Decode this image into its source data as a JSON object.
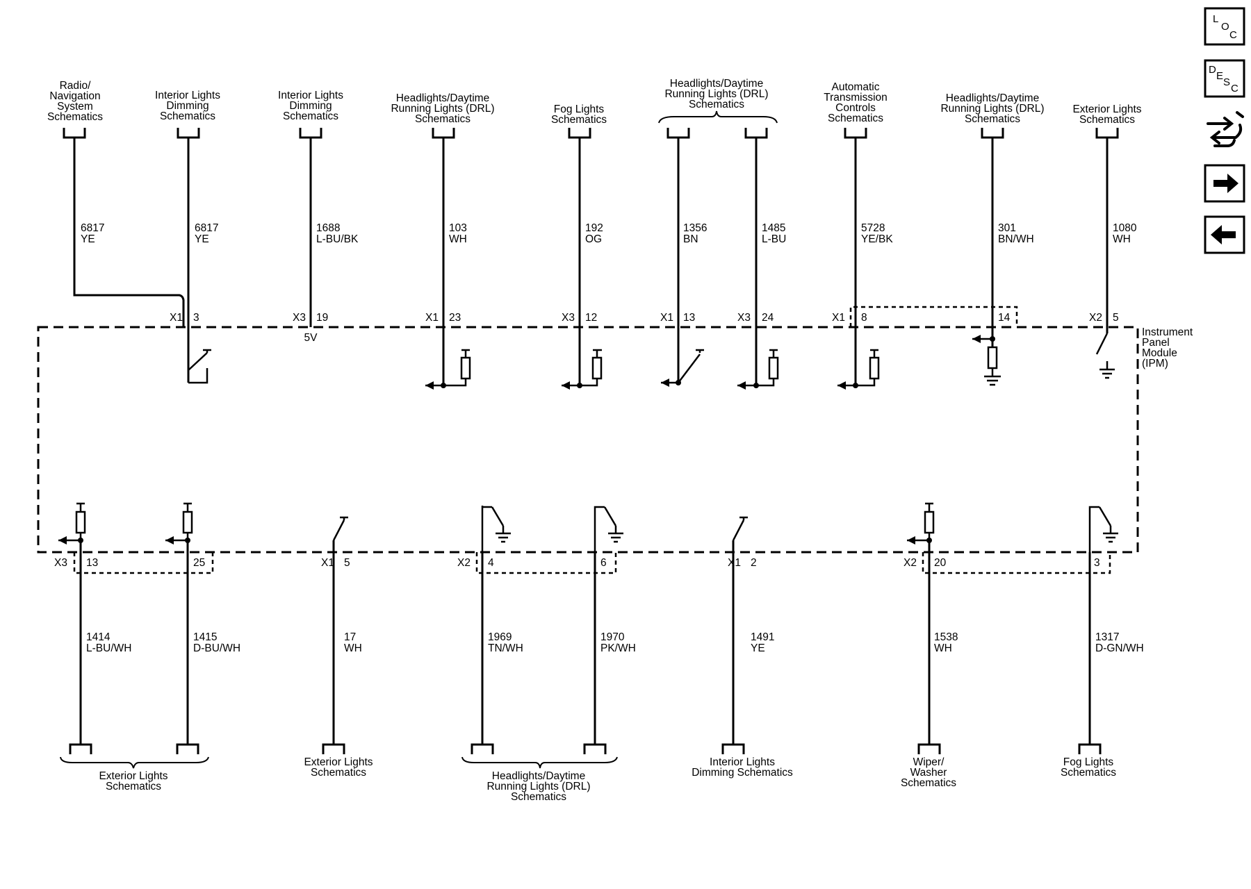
{
  "module": {
    "lines": [
      "Instrument",
      "Panel",
      "Module",
      "(IPM)"
    ]
  },
  "power_label": "5V",
  "nav": {
    "loc": [
      "L",
      "O",
      "C"
    ],
    "desc": [
      "D",
      "E",
      "S",
      "C"
    ],
    "icons": [
      "loc-icon",
      "desc-icon",
      "connector-tool-icon",
      "arrow-right-icon",
      "arrow-left-icon"
    ]
  },
  "top_destinations": [
    {
      "lines": [
        "Radio/",
        "Navigation",
        "System",
        "Schematics"
      ]
    },
    {
      "lines": [
        "Interior Lights",
        "Dimming",
        "Schematics"
      ]
    },
    {
      "lines": [
        "Interior Lights",
        "Dimming",
        "Schematics"
      ]
    },
    {
      "lines": [
        "Headlights/Daytime",
        "Running Lights (DRL)",
        "Schematics"
      ]
    },
    {
      "lines": [
        "Fog Lights",
        "Schematics"
      ]
    },
    {
      "lines": [
        "Headlights/Daytime",
        "Running Lights (DRL)",
        "Schematics"
      ]
    },
    {
      "lines": [
        "Automatic",
        "Transmission",
        "Controls",
        "Schematics"
      ]
    },
    {
      "lines": [
        "Headlights/Daytime",
        "Running Lights (DRL)",
        "Schematics"
      ]
    },
    {
      "lines": [
        "Exterior Lights",
        "Schematics"
      ]
    }
  ],
  "top_wires": [
    {
      "circuit": "6817",
      "color": "YE",
      "connector": "X1",
      "pin": "3"
    },
    {
      "circuit": "6817",
      "color": "YE",
      "connector": "",
      "pin": ""
    },
    {
      "circuit": "1688",
      "color": "L-BU/BK",
      "connector": "X3",
      "pin": "19"
    },
    {
      "circuit": "103",
      "color": "WH",
      "connector": "X1",
      "pin": "23"
    },
    {
      "circuit": "192",
      "color": "OG",
      "connector": "X3",
      "pin": "12"
    },
    {
      "circuit": "1356",
      "color": "BN",
      "connector": "X1",
      "pin": "13"
    },
    {
      "circuit": "1485",
      "color": "L-BU",
      "connector": "X3",
      "pin": "24"
    },
    {
      "circuit": "5728",
      "color": "YE/BK",
      "connector": "X1",
      "pin": "8"
    },
    {
      "circuit": "301",
      "color": "BN/WH",
      "connector": "",
      "pin": "14"
    },
    {
      "circuit": "1080",
      "color": "WH",
      "connector": "X2",
      "pin": "5"
    }
  ],
  "bottom_wires": [
    {
      "circuit": "1414",
      "color": "L-BU/WH",
      "connector": "X3",
      "pin": "13"
    },
    {
      "circuit": "1415",
      "color": "D-BU/WH",
      "connector": "",
      "pin": "25"
    },
    {
      "circuit": "17",
      "color": "WH",
      "connector": "X1",
      "pin": "5"
    },
    {
      "circuit": "1969",
      "color": "TN/WH",
      "connector": "X2",
      "pin": "4"
    },
    {
      "circuit": "1970",
      "color": "PK/WH",
      "connector": "",
      "pin": "6"
    },
    {
      "circuit": "1491",
      "color": "YE",
      "connector": "X1",
      "pin": "2"
    },
    {
      "circuit": "1538",
      "color": "WH",
      "connector": "X2",
      "pin": "20"
    },
    {
      "circuit": "1317",
      "color": "D-GN/WH",
      "connector": "",
      "pin": "3"
    }
  ],
  "bottom_destinations": [
    {
      "lines": [
        "Exterior Lights",
        "Schematics"
      ]
    },
    {
      "lines": [
        "Exterior Lights",
        "Schematics"
      ]
    },
    {
      "lines": [
        "Headlights/Daytime",
        "Running Lights (DRL)",
        "Schematics"
      ]
    },
    {
      "lines": [
        "Interior Lights",
        "Dimming Schematics"
      ]
    },
    {
      "lines": [
        "Wiper/",
        "Washer",
        "Schematics"
      ]
    },
    {
      "lines": [
        "Fog Lights",
        "Schematics"
      ]
    }
  ]
}
